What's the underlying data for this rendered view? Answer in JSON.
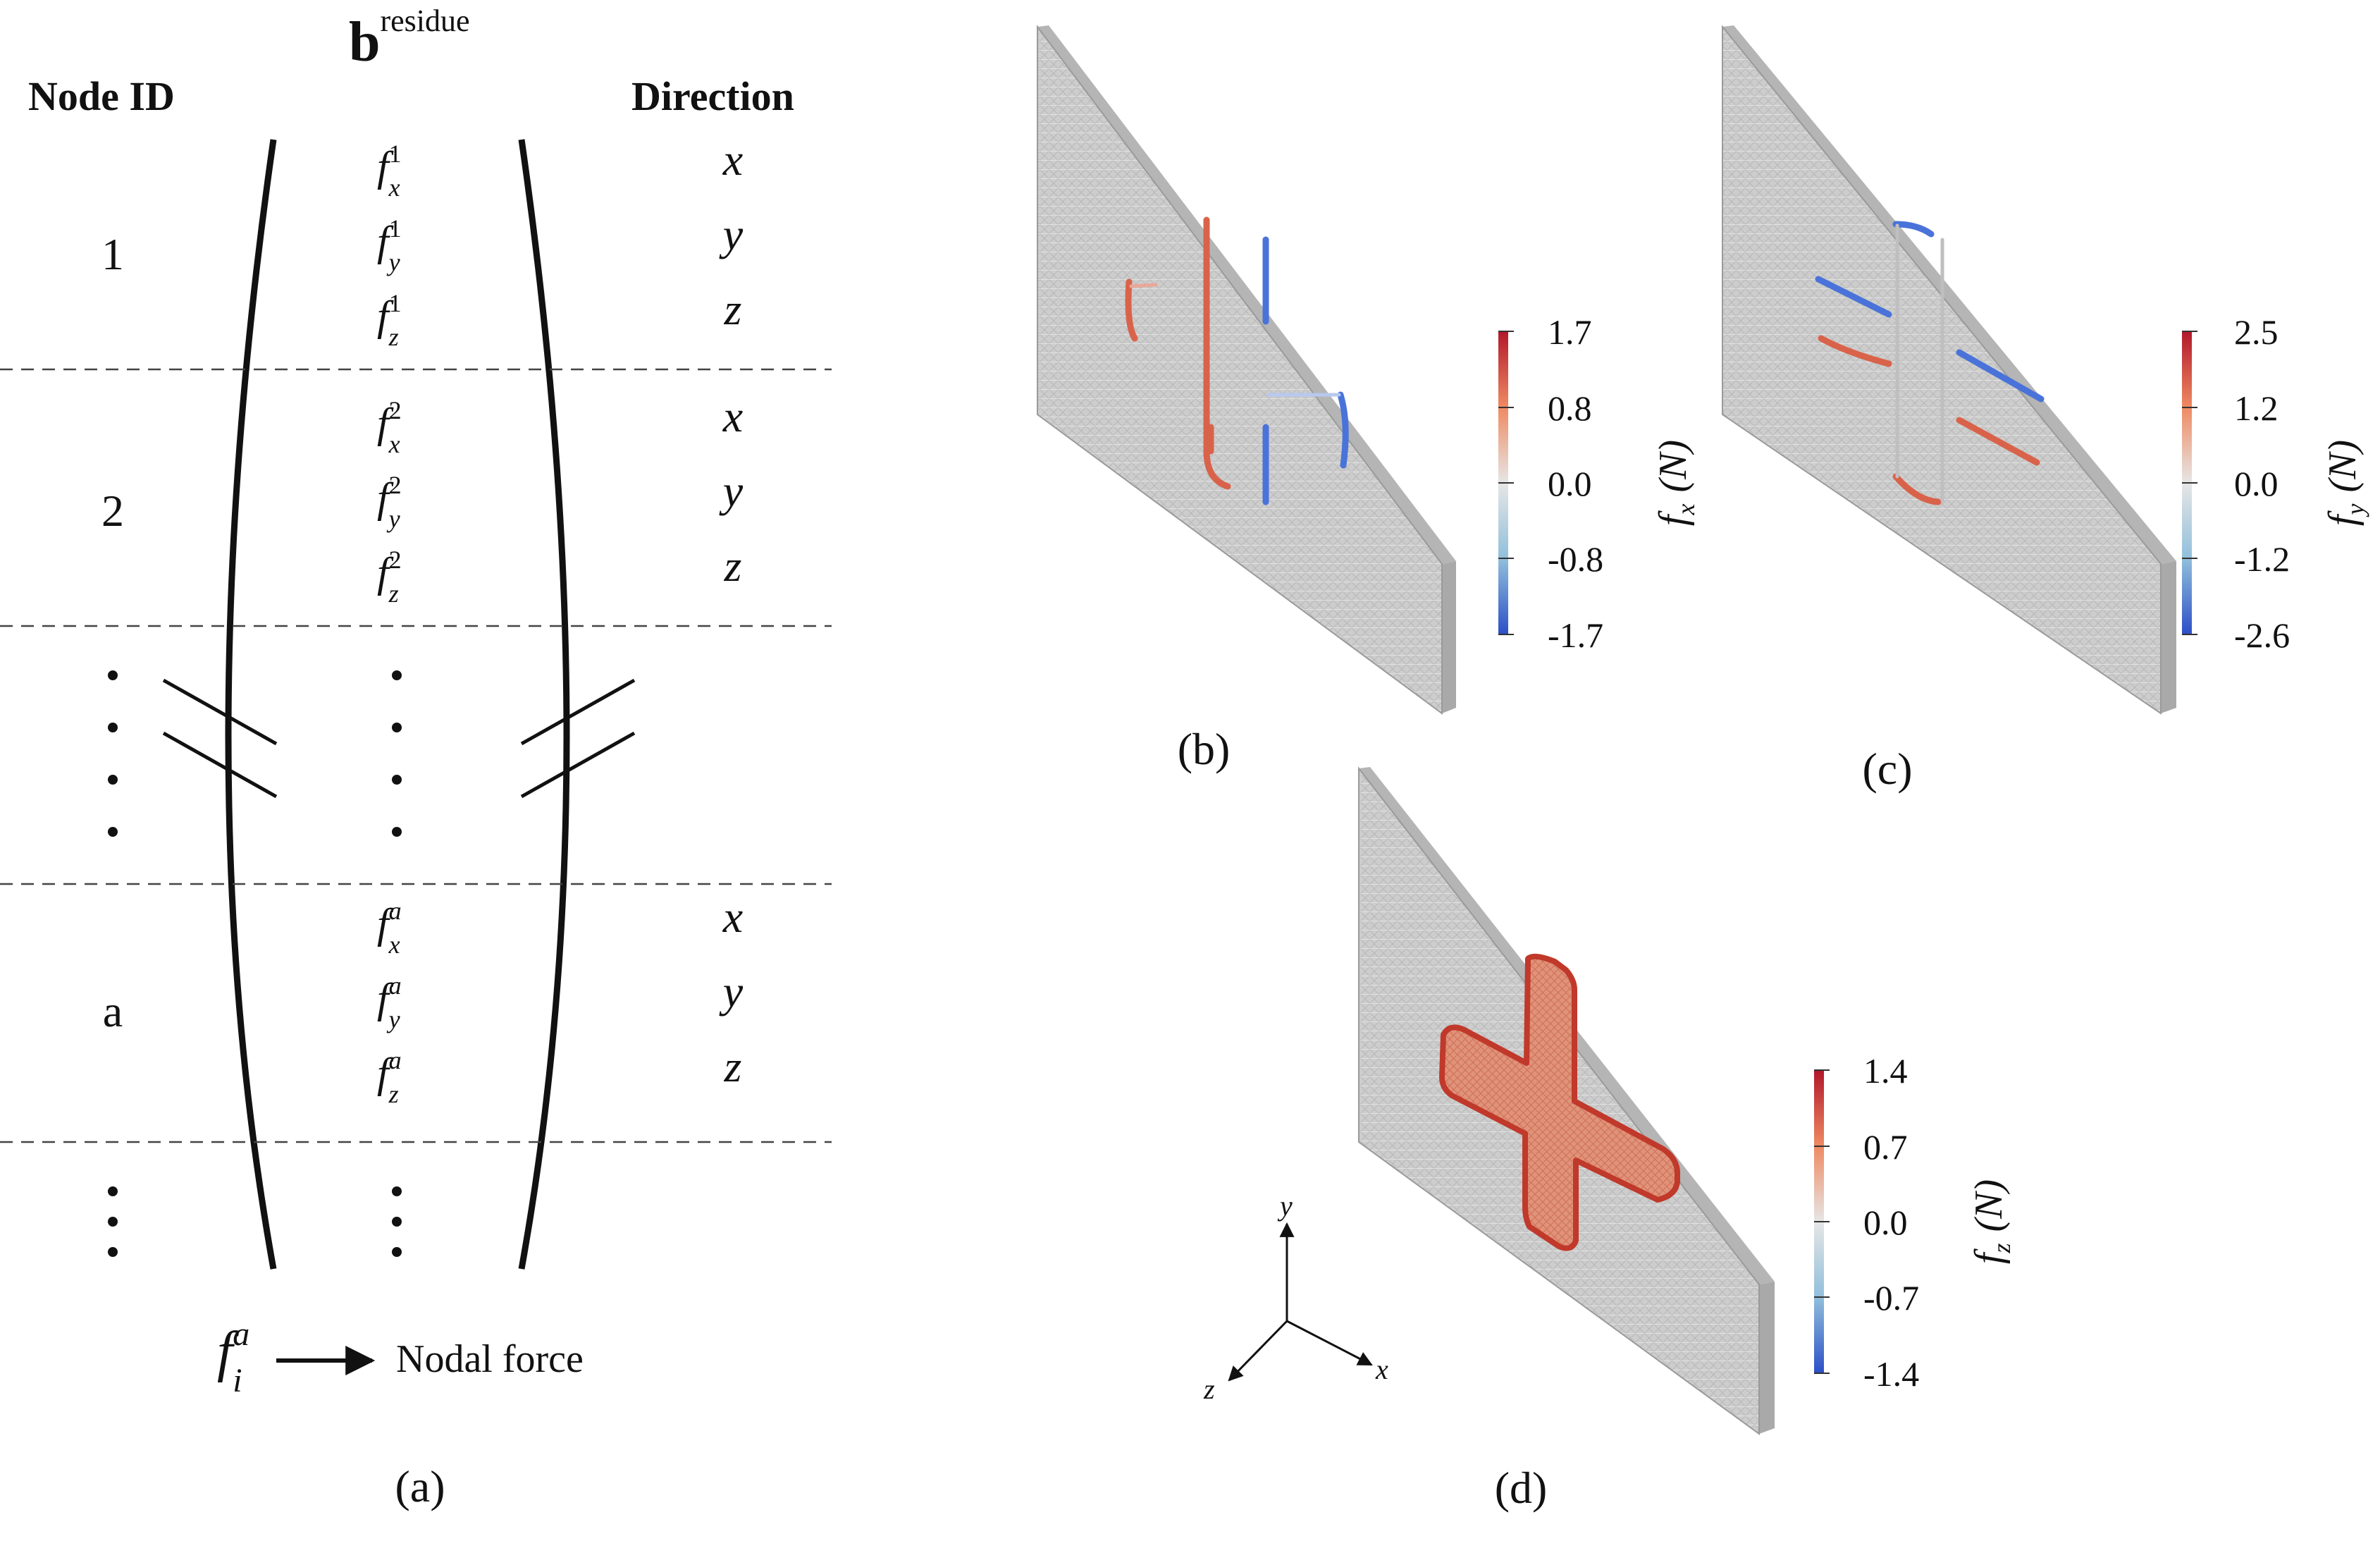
{
  "panel_a": {
    "header_node": "Node ID",
    "header_vector": "b",
    "header_vector_sup": "residue",
    "header_direction": "Direction",
    "groups": [
      {
        "node": "1",
        "rows": [
          {
            "f": "f",
            "sup": "1",
            "sub": "x",
            "dir": "x"
          },
          {
            "f": "f",
            "sup": "1",
            "sub": "y",
            "dir": "y"
          },
          {
            "f": "f",
            "sup": "1",
            "sub": "z",
            "dir": "z"
          }
        ]
      },
      {
        "node": "2",
        "rows": [
          {
            "f": "f",
            "sup": "2",
            "sub": "x",
            "dir": "x"
          },
          {
            "f": "f",
            "sup": "2",
            "sub": "y",
            "dir": "y"
          },
          {
            "f": "f",
            "sup": "2",
            "sub": "z",
            "dir": "z"
          }
        ]
      },
      {
        "node": "a",
        "rows": [
          {
            "f": "f",
            "sup": "a",
            "sub": "x",
            "dir": "x"
          },
          {
            "f": "f",
            "sup": "a",
            "sub": "y",
            "dir": "y"
          },
          {
            "f": "f",
            "sup": "a",
            "sub": "z",
            "dir": "z"
          }
        ]
      }
    ],
    "legend_f": "f",
    "legend_sup": "a",
    "legend_sub": "i",
    "legend_text": "Nodal force",
    "caption": "(a)"
  },
  "panel_b": {
    "caption": "(b)",
    "colorbar": {
      "ticks": [
        "1.7",
        "0.8",
        "0.0",
        "-0.8",
        "-1.7"
      ],
      "label_f": "f",
      "label_sub": "x",
      "label_unit": "(N)"
    }
  },
  "panel_c": {
    "caption": "(c)",
    "colorbar": {
      "ticks": [
        "2.5",
        "1.2",
        "0.0",
        "-1.2",
        "-2.6"
      ],
      "label_f": "f",
      "label_sub": "y",
      "label_unit": "(N)"
    }
  },
  "panel_d": {
    "caption": "(d)",
    "colorbar": {
      "ticks": [
        "1.4",
        "0.7",
        "0.0",
        "-0.7",
        "-1.4"
      ],
      "label_f": "f",
      "label_sub": "z",
      "label_unit": "(N)"
    }
  },
  "axes_triad": {
    "x": "x",
    "y": "y",
    "z": "z"
  },
  "colors": {
    "positive": "#c0392b",
    "negative": "#3b5fd6",
    "neutral": "#dcdcdc",
    "plate_face": "#c9c9c9",
    "plate_edge": "#a8a8a8",
    "ink": "#111111"
  }
}
